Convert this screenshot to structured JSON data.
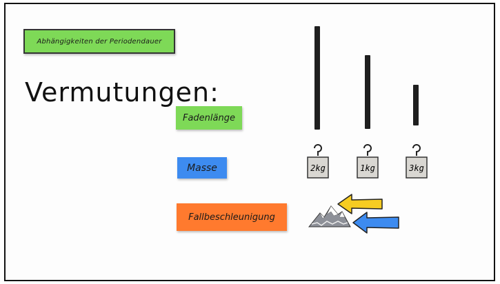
{
  "title_card": {
    "text": "Abhängigkeiten der Periodendauer"
  },
  "heading": {
    "text": "Vermutungen:"
  },
  "cards": {
    "fadenlaenge": "Fadenlänge",
    "masse": "Masse",
    "fallbeschleunigung": "Fallbeschleunigung"
  },
  "weights": [
    "2kg",
    "1kg",
    "3kg"
  ],
  "colors": {
    "green": "#7ed957",
    "blue": "#3d8bf0",
    "orange": "#ff7a2e",
    "yellow_arrow": "#f6cc22",
    "blue_arrow": "#3d8bf0"
  },
  "icons": [
    "mountain-icon",
    "yellow-arrow-icon",
    "blue-arrow-icon",
    "hook-icon"
  ]
}
